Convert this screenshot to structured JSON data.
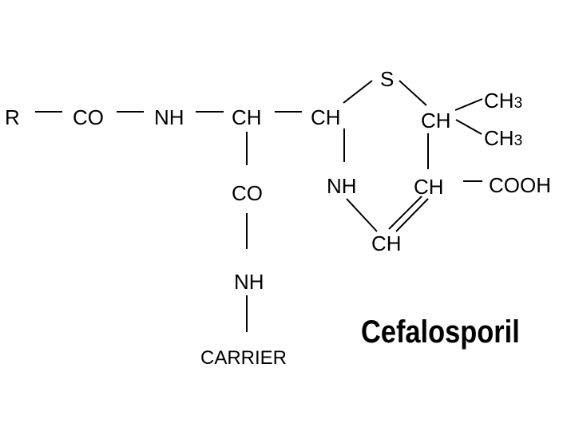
{
  "diagram": {
    "atoms": {
      "r": "R",
      "co_1": "CO",
      "nh_1": "NH",
      "ch_1": "CH",
      "ch_2": "CH",
      "s": "S",
      "ch_3": "CH",
      "ch3_top": {
        "main": "CH",
        "sub": "3"
      },
      "ch3_bottom": {
        "main": "CH",
        "sub": "3"
      },
      "co_2": "CO",
      "nh_2": "NH",
      "ch_4": "CH",
      "cooh": "COOH",
      "ch_5": "CH",
      "nh_3": "NH",
      "carrier": "CARRIER"
    },
    "caption": "Cefalosporil",
    "colors": {
      "ink": "#000000",
      "background": "#ffffff"
    }
  }
}
